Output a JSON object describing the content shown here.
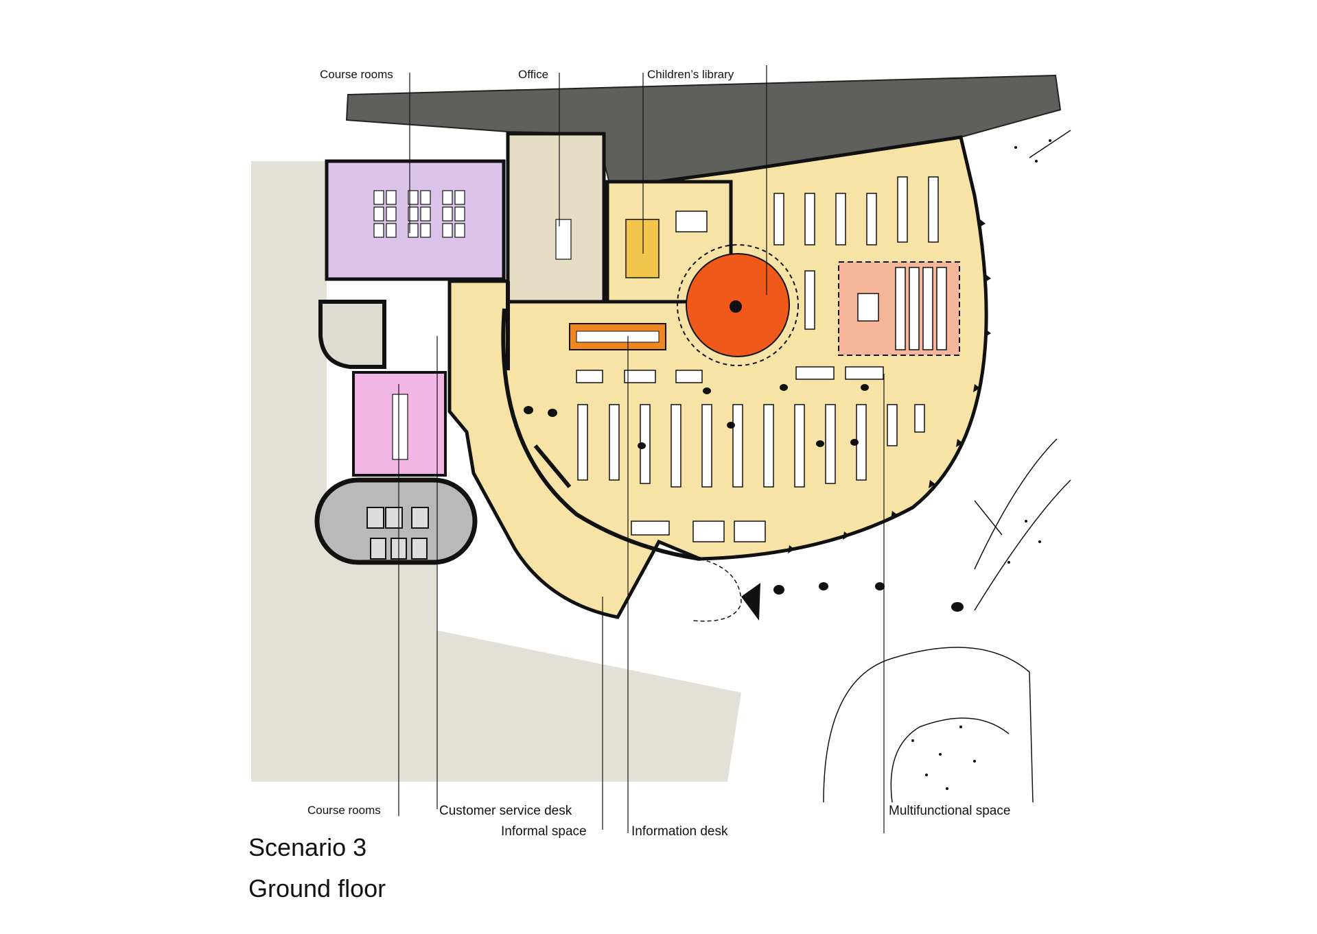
{
  "labels": {
    "top": {
      "course_rooms": "Course rooms",
      "office": "Office",
      "childrens_library": "Children’s library"
    },
    "bottom": {
      "course_rooms": "Course rooms",
      "customer_service_desk": "Customer service desk",
      "informal_space": "Informal space",
      "information_desk": "Information desk",
      "multifunctional_space": "Multifunctional space"
    }
  },
  "title": {
    "scenario": "Scenario 3",
    "floor": "Ground floor"
  },
  "colors": {
    "existing_building": "#e3e0d6",
    "library_floor": "#f7e3a6",
    "course_room_purple": "#dcc3ea",
    "meeting_room_pink": "#f1b6e6",
    "office_beige": "#e7dcc4",
    "childrens_orange": "#ef5a1b",
    "multifunctional_salmon": "#f5b699",
    "info_desk_orange": "#f0861f",
    "dark_mass": "#5f5f5c",
    "toilets_grey": "#b9b9b9"
  }
}
